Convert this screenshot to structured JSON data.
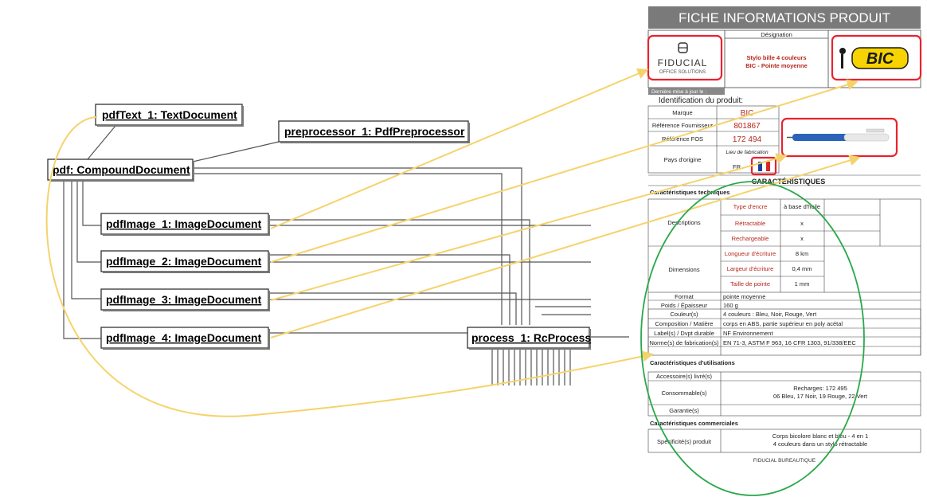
{
  "nodes": {
    "pdf_text": "pdfText_1: TextDocument",
    "preprocessor": "preprocessor_1: PdfPreprocessor",
    "compound": "pdf: CompoundDocument",
    "image_1": "pdfImage_1: ImageDocument",
    "image_2": "pdfImage_2: ImageDocument",
    "image_3": "pdfImage_3: ImageDocument",
    "image_4": "pdfImage_4: ImageDocument",
    "process": "process_1: RcProcess"
  },
  "sheet": {
    "title": "FICHE INFORMATIONS PRODUIT",
    "designation_header": "Désignation",
    "designation_line1": "Stylo bille 4 couleurs",
    "designation_line2": "BIC - Pointe moyenne",
    "fiducial_line1": "FIDUCIAL",
    "fiducial_line2": "OFFICE SOLUTIONS",
    "bic_logo": "BIC",
    "last_update": "Dernière mise à jour le :",
    "identification": "Identification du produit:",
    "marque_label": "Marque",
    "marque_value": "BIC",
    "ref_fournisseur_label": "Référence Fournisseur",
    "ref_fournisseur_value": "801867",
    "ref_fos_label": "Référence FOS",
    "ref_fos_value": "172 494",
    "lieu_fabrication": "Lieu de fabrication",
    "pays_origine_label": "Pays d'origine",
    "pays_origine_value": "FR",
    "caracteristiques": "CARACTÉRISTIQUES",
    "tech_section": "Caractéristiques techniques",
    "descriptions_label": "Descriptions",
    "type_encre_label": "Type d'encre",
    "type_encre_value": "à base d'huile",
    "retractable_label": "Rétractable",
    "retractable_value": "x",
    "rechargeable_label": "Rechargeable",
    "rechargeable_value": "x",
    "dimensions_label": "Dimensions",
    "longueur_label": "Longueur d'écriture",
    "longueur_value": "8 km",
    "largeur_label": "Largeur d'écriture",
    "largeur_value": "0,4 mm",
    "taille_label": "Taille de pointe",
    "taille_value": "1 mm",
    "format_label": "Format",
    "format_value": "pointe moyenne",
    "poids_label": "Poids / Épaisseur",
    "poids_value": "160 g",
    "couleurs_label": "Couleur(s)",
    "couleurs_value": "4 couleurs : Bleu, Noir, Rouge, Vert",
    "composition_label": "Composition / Matière",
    "composition_value": "corps en ABS, partie supérieur en poly acétal",
    "label_label": "Label(s) / Dvpt durable",
    "label_value": "NF Environnement",
    "normes_label": "Norme(s) de fabrication(s)",
    "normes_value": "EN 71-3, ASTM F 963, 16 CFR 1303, 91/338/EEC",
    "util_section": "Caractéristiques d'utilisations",
    "accessoires_label": "Accessoire(s) livré(s)",
    "consommable_label": "Consommable(s)",
    "consommable_line1": "Recharges: 172 495",
    "consommable_line2": "06 Bleu, 17 Noir, 19 Rouge, 22 Vert",
    "garantie_label": "Garantie(s)",
    "comm_section": "Caractéristiques commerciales",
    "specificite_label": "Spécificité(s) produit",
    "specificite_line1": "Corps bicolore blanc et bleu - 4 en 1",
    "specificite_line2": "4 couleurs dans un stylo rétractable",
    "footer": "FIDUCIAL BUREAUTIQUE"
  },
  "colors": {
    "highlight_red": "#e8232d",
    "arrow_yellow": "#f5d36b",
    "ellipse_green": "#2aa84a",
    "header_gray": "#7a7a7a",
    "value_red": "#b5281c"
  }
}
